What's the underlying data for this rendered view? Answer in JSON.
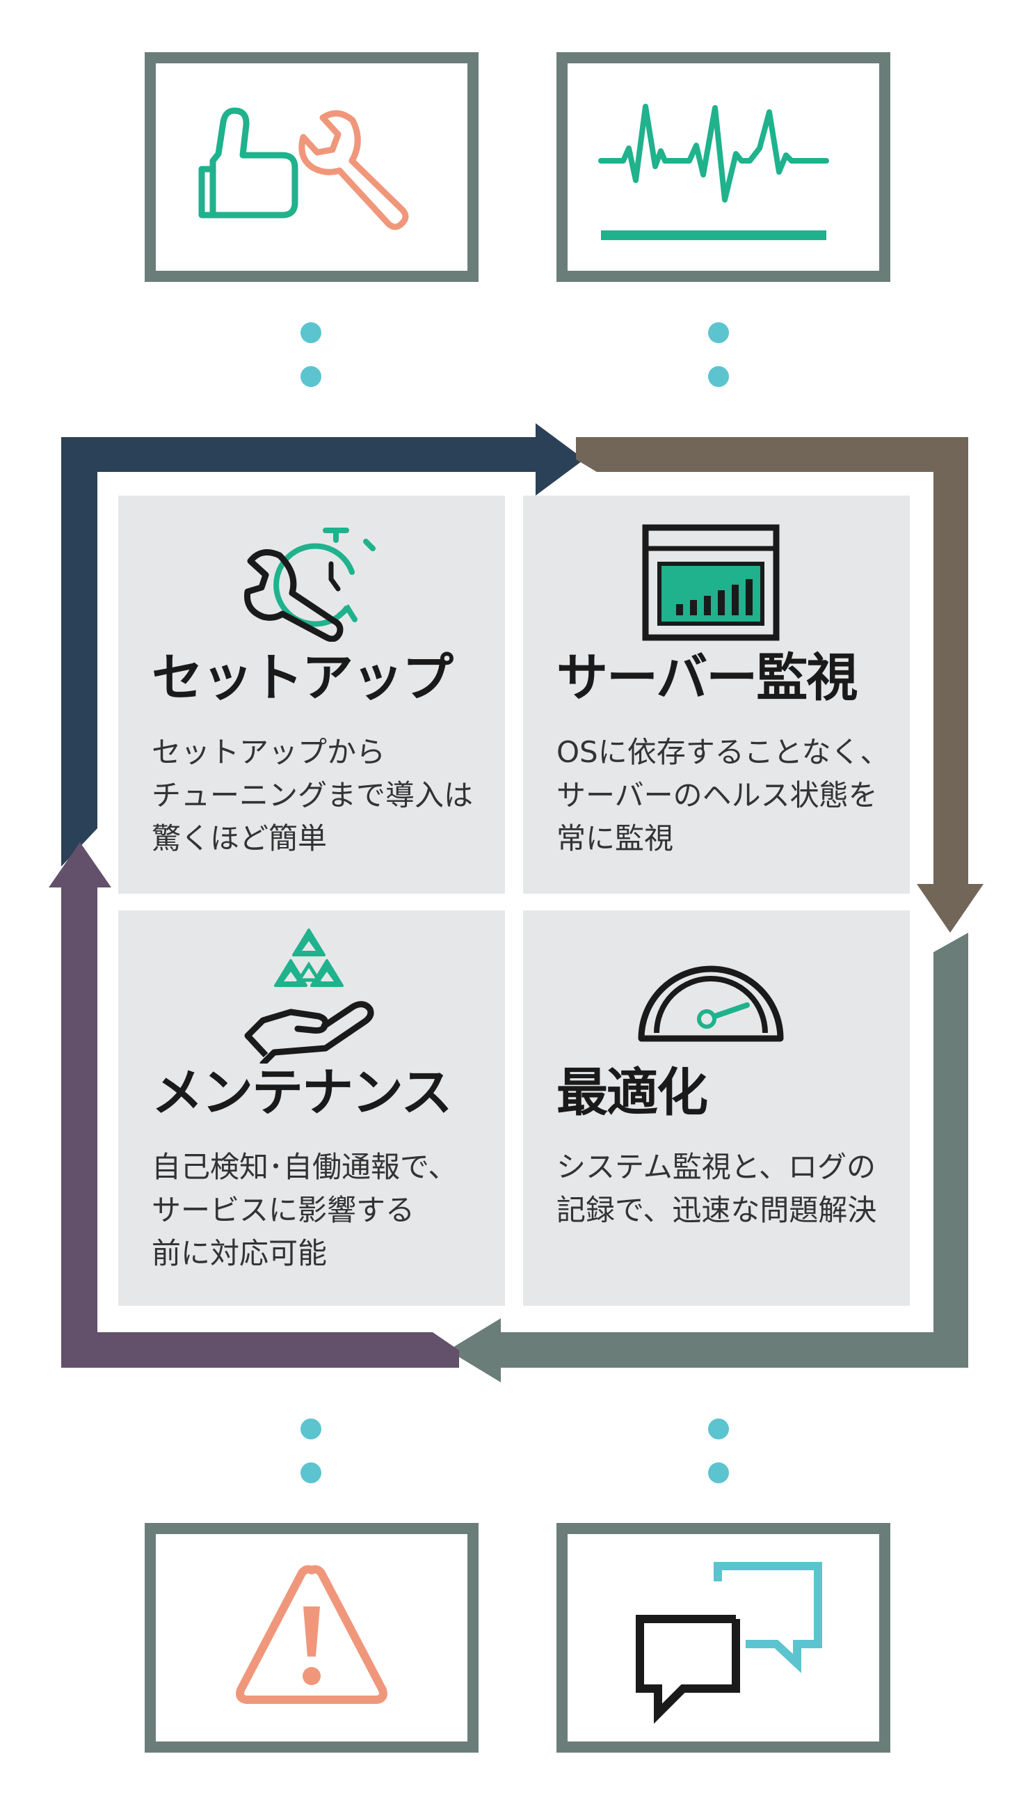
{
  "colors": {
    "frame_border": "#6b7d78",
    "dot": "#5bc4cf",
    "quad_bg": "#e6e7e9",
    "arrow_top": "#2b4157",
    "arrow_right": "#716658",
    "arrow_bottom": "#6b7d78",
    "arrow_left": "#63506a",
    "green": "#1fb28c",
    "salmon": "#f0977b",
    "teal": "#5bc4cf",
    "dark": "#1a1a1a"
  },
  "top_boxes": [
    {
      "icons": [
        "thumbs-up-icon",
        "wrench-icon"
      ]
    },
    {
      "icons": [
        "heartbeat-icon"
      ]
    }
  ],
  "bottom_boxes": [
    {
      "icons": [
        "warning-icon"
      ]
    },
    {
      "icons": [
        "chat-bubbles-icon"
      ]
    }
  ],
  "quadrants": [
    {
      "icon": "wrench-stopwatch-icon",
      "title": "セットアップ",
      "lines": [
        "セットアップから",
        "チューニングまで導入は",
        "驚くほど簡単"
      ]
    },
    {
      "icon": "dashboard-window-icon",
      "title": "サーバー監視",
      "lines": [
        "OSに依存することなく、",
        "サーバーのヘルス状態を",
        "常に監視"
      ]
    },
    {
      "icon": "hand-triangles-icon",
      "title": "メンテナンス",
      "lines": [
        "自己検知･自働通報で、",
        "サービスに影響する",
        "前に対応可能"
      ]
    },
    {
      "icon": "speedometer-icon",
      "title": "最適化",
      "lines": [
        "システム監視と、ログの",
        "記録で、迅速な問題解決"
      ]
    }
  ]
}
